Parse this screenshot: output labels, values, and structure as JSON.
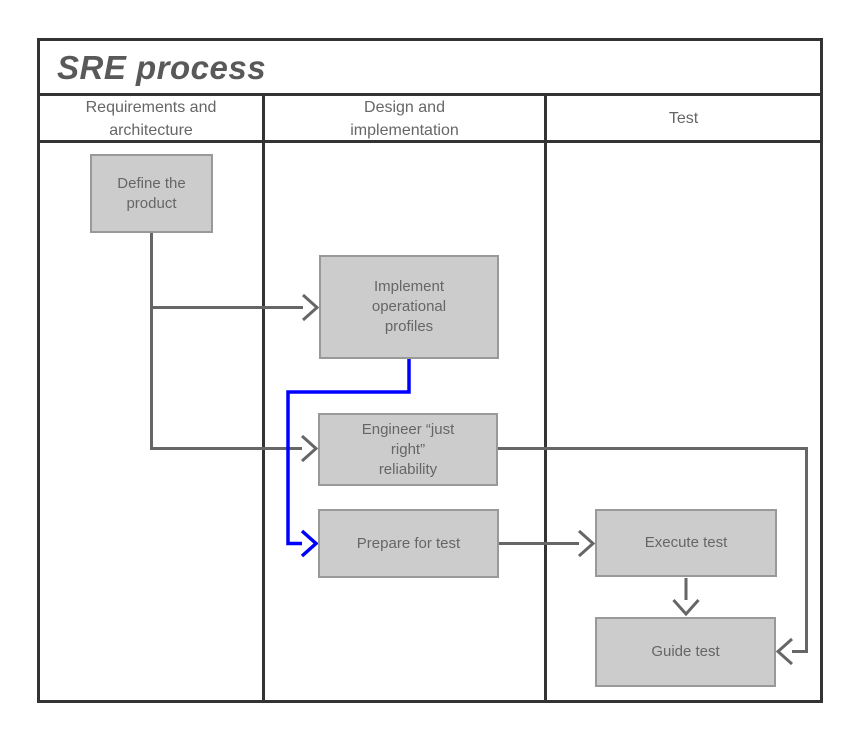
{
  "title": "SRE process",
  "lanes": [
    {
      "label": "Requirements and architecture"
    },
    {
      "label": "Design and implementation"
    },
    {
      "label": "Test"
    }
  ],
  "nodes": {
    "define_product": "Define the product",
    "implement_profiles": "Implement operational profiles",
    "engineer_reliability": "Engineer “just right” reliability",
    "prepare_test": "Prepare for test",
    "execute_test": "Execute test",
    "guide_test": "Guide test"
  },
  "edges": [
    {
      "from": "Define the product",
      "to": "Implement operational profiles",
      "style": "normal"
    },
    {
      "from": "Define the product",
      "to": "Engineer “just right” reliability",
      "style": "normal"
    },
    {
      "from": "Implement operational profiles",
      "to": "Prepare for test",
      "style": "highlight"
    },
    {
      "from": "Engineer “just right” reliability",
      "to": "Guide test",
      "style": "normal"
    },
    {
      "from": "Prepare for test",
      "to": "Execute test",
      "style": "normal"
    },
    {
      "from": "Execute test",
      "to": "Guide test",
      "style": "normal"
    }
  ],
  "colors": {
    "frame": "#333333",
    "connector": "#666666",
    "highlight": "#0000ff",
    "node_fill": "#cccccc",
    "node_border": "#999999",
    "node_text": "#666666",
    "header_text": "#666666",
    "title_text": "#595959"
  }
}
